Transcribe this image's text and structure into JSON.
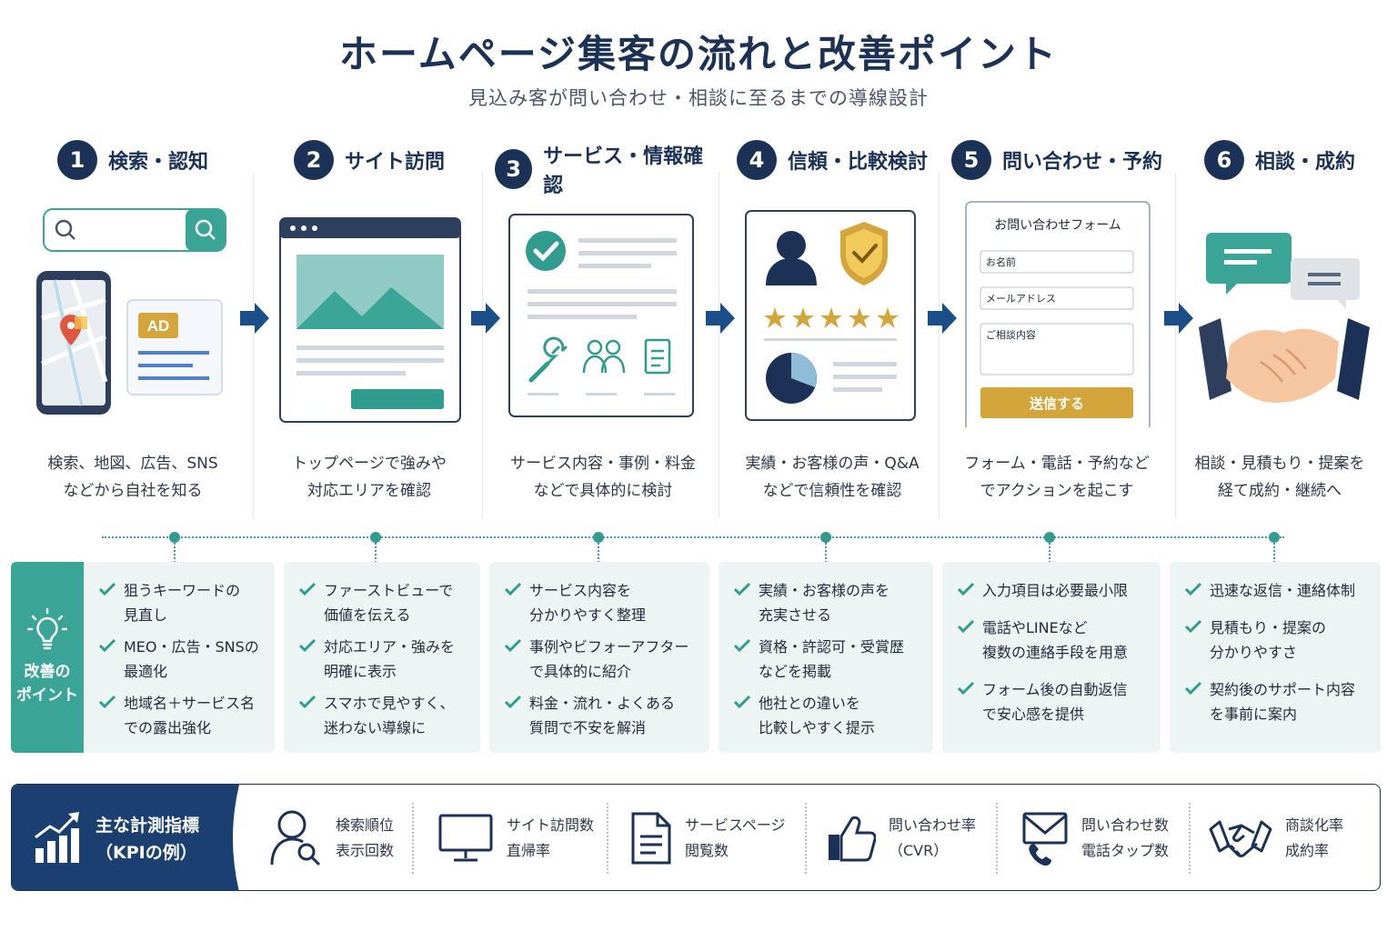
{
  "header": {
    "title": "ホームページ集客の流れと改善ポイント",
    "subtitle": "見込み客が問い合わせ・相談に至るまでの導線設計"
  },
  "steps": [
    {
      "num": "1",
      "title": "検索・認知",
      "desc": [
        "検索、地図、広告、SNS",
        "などから自社を知る"
      ],
      "ad_label": "AD"
    },
    {
      "num": "2",
      "title": "サイト訪問",
      "desc": [
        "トップページで強みや",
        "対応エリアを確認"
      ]
    },
    {
      "num": "3",
      "title": "サービス・情報確認",
      "desc": [
        "サービス内容・事例・料金",
        "などで具体的に検討"
      ]
    },
    {
      "num": "4",
      "title": "信頼・比較検討",
      "desc": [
        "実績・お客様の声・Q&A",
        "などで信頼性を確認"
      ]
    },
    {
      "num": "5",
      "title": "問い合わせ・予約",
      "desc": [
        "フォーム・電話・予約など",
        "でアクションを起こす"
      ],
      "form": {
        "title": "お問い合わせフォーム",
        "name_label": "お名前",
        "email_label": "メールアドレス",
        "message_label": "ご相談内容",
        "submit_label": "送信する"
      }
    },
    {
      "num": "6",
      "title": "相談・成約",
      "desc": [
        "相談・見積もり・提案を",
        "経て成約・継続へ"
      ]
    }
  ],
  "tips": {
    "label": [
      "改善の",
      "ポイント"
    ],
    "columns": [
      [
        [
          "狙うキーワードの",
          "見直し"
        ],
        [
          "MEO・広告・SNSの",
          "最適化"
        ],
        [
          "地域名＋サービス名",
          "での露出強化"
        ]
      ],
      [
        [
          "ファーストビューで",
          "価値を伝える"
        ],
        [
          "対応エリア・強みを",
          "明確に表示"
        ],
        [
          "スマホで見やすく、",
          "迷わない導線に"
        ]
      ],
      [
        [
          "サービス内容を",
          "分かりやすく整理"
        ],
        [
          "事例やビフォーアフター",
          "で具体的に紹介"
        ],
        [
          "料金・流れ・よくある",
          "質問で不安を解消"
        ]
      ],
      [
        [
          "実績・お客様の声を",
          "充実させる"
        ],
        [
          "資格・許認可・受賞歴",
          "などを掲載"
        ],
        [
          "他社との違いを",
          "比較しやすく提示"
        ]
      ],
      [
        [
          "入力項目は必要最小限"
        ],
        [
          "電話やLINEなど",
          "複数の連絡手段を用意"
        ],
        [
          "フォーム後の自動返信",
          "で安心感を提供"
        ]
      ],
      [
        [
          "迅速な返信・連絡体制"
        ],
        [
          "見積もり・提案の",
          "分かりやすさ"
        ],
        [
          "契約後のサポート内容",
          "を事前に案内"
        ]
      ]
    ]
  },
  "kpi": {
    "title": [
      "主な計測指標",
      "（KPIの例）"
    ],
    "items": [
      {
        "icon": "user-search-icon",
        "lines": [
          "検索順位",
          "表示回数"
        ]
      },
      {
        "icon": "monitor-icon",
        "lines": [
          "サイト訪問数",
          "直帰率"
        ]
      },
      {
        "icon": "document-icon",
        "lines": [
          "サービスページ",
          "閲覧数"
        ]
      },
      {
        "icon": "thumbs-up-icon",
        "lines": [
          "問い合わせ率",
          "（CVR）"
        ]
      },
      {
        "icon": "mail-phone-icon",
        "lines": [
          "問い合わせ数",
          "電話タップ数"
        ]
      },
      {
        "icon": "handshake-icon",
        "lines": [
          "商談化率",
          "成約率"
        ]
      }
    ]
  },
  "colors": {
    "navy": "#1b3256",
    "teal": "#3aa597",
    "gold": "#d4a53a",
    "tip_bg": "#edf5f4"
  }
}
